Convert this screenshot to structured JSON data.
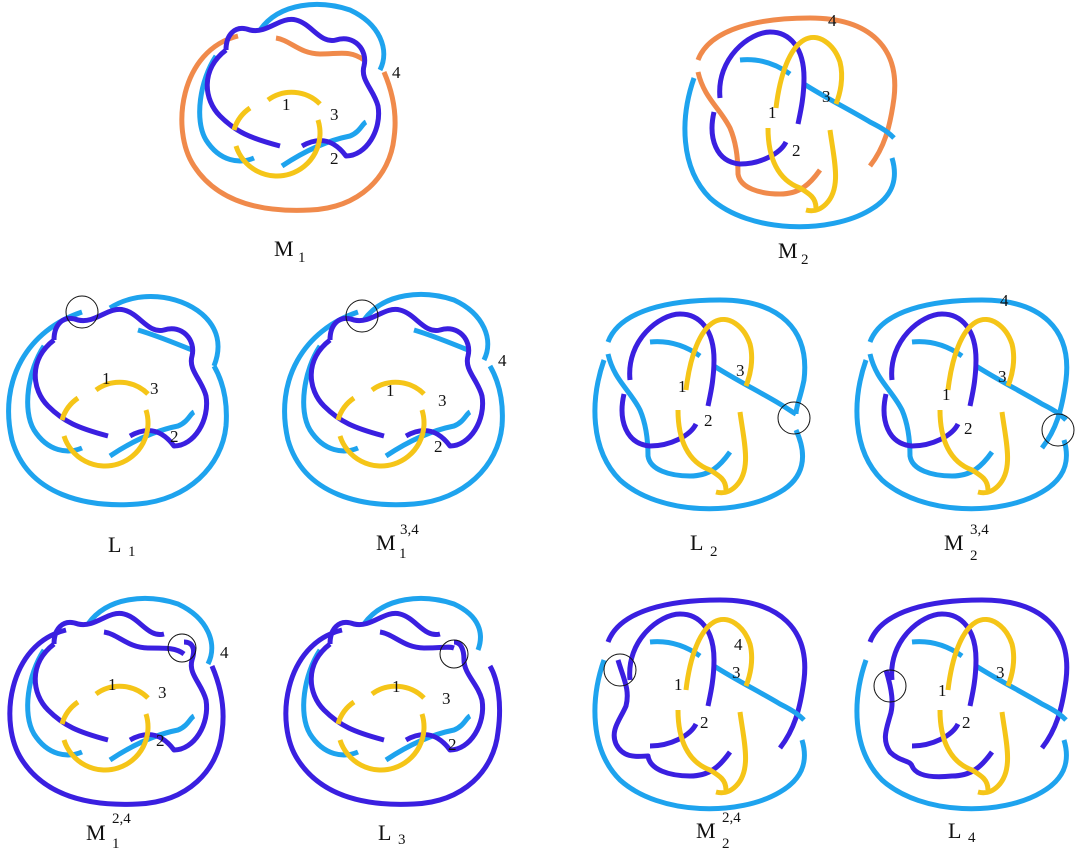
{
  "colors": {
    "component_1": "#F5C518",
    "component_2": "#3A1FE0",
    "component_3": "#1EA3EE",
    "component_4_orange": "#F08A4B",
    "crossing_marker": "#111111"
  },
  "component_labels": {
    "one": "1",
    "two": "2",
    "three": "3",
    "four": "4"
  },
  "diagrams": {
    "M1": {
      "main": "M",
      "sub": "1",
      "sup": ""
    },
    "M2": {
      "main": "M",
      "sub": "2",
      "sup": ""
    },
    "L1": {
      "main": "L",
      "sub": "1",
      "sup": ""
    },
    "M1_34": {
      "main": "M",
      "sub": "1",
      "sup": "3,4"
    },
    "L2": {
      "main": "L",
      "sub": "2",
      "sup": ""
    },
    "M2_34": {
      "main": "M",
      "sub": "2",
      "sup": "3,4"
    },
    "M1_24": {
      "main": "M",
      "sub": "1",
      "sup": "2,4"
    },
    "L3": {
      "main": "L",
      "sub": "3",
      "sup": ""
    },
    "M2_24": {
      "main": "M",
      "sub": "2",
      "sup": "2,4"
    },
    "L4": {
      "main": "L",
      "sub": "4",
      "sup": ""
    }
  }
}
